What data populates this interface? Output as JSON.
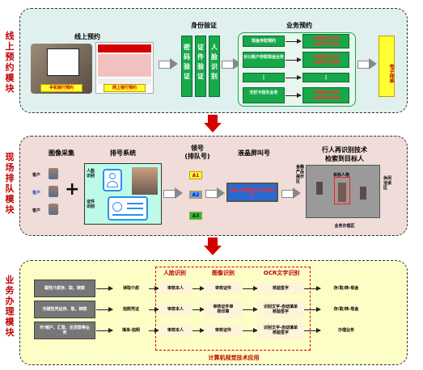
{
  "sections": {
    "online": {
      "label": "线上预约模块",
      "bg": "#dff0ee"
    },
    "onsite": {
      "label": "现场排队模块",
      "bg": "#f0dcd8"
    },
    "business": {
      "label": "业务办理模块",
      "bg": "#fdfdc6"
    }
  },
  "online": {
    "online_booking_title": "线上预约",
    "mobile_bank_label": "手机银行预约",
    "web_bank_label": "网上银行预约",
    "identity_title": "身份验证",
    "identity_boxes": [
      "密码验证",
      "证件验证",
      "人脸识别"
    ],
    "service_title": "业务预约",
    "service_rows": [
      {
        "name": "现金存取预约",
        "details": [
          "★预留身份证件",
          "★填写电子回单"
        ]
      },
      {
        "name": "对公账户存取现金业务",
        "details": [
          "★预留身份证件",
          "★填写电子回单"
        ]
      },
      {
        "name": "⋮",
        "details": [
          "⋮"
        ]
      },
      {
        "name": "无折卡挂失业务",
        "details": [
          "★预留身份证件",
          "★填写电子回单"
        ]
      }
    ],
    "ticket_label": "电子排单"
  },
  "onsite": {
    "image_capture_title": "图像采集",
    "customer_labels": [
      "客户",
      "客户",
      "客户"
    ],
    "number_system_title": "排号系统",
    "face_label": "人脸识别",
    "id_label": "证件识别",
    "queue_title_line1": "领号",
    "queue_title_line2": "(排队号)",
    "queue_numbers": [
      "A1",
      "A2",
      "A3"
    ],
    "screen_title": "液晶屏叫号",
    "screen_text": "请A1号到窗口1号办理业务",
    "reid_title_line1": "行人再识别技术",
    "reid_title_line2": "检索到目标人",
    "left_zone_label": "金融产品展示区",
    "right_zone_label": "休闲洽谈区",
    "target_label": "目标人物",
    "office_label": "业务办理区"
  },
  "business": {
    "headers": {
      "face": "人脸识别",
      "image": "图像识别",
      "ocr": "OCR文字识别"
    },
    "rows": [
      {
        "media": "磁性介质存、取、转款",
        "step1": "读取介质",
        "face": "审核本人",
        "image": "审核证件",
        "ocr": "核验签字",
        "result": "存/取/转-现金"
      },
      {
        "media": "无磁性凭证存、取、转款",
        "step1": "拍照凭证",
        "face": "审核本人",
        "image": "审核证件审核印章",
        "ocr": "识别文字-自动填单核验签字",
        "result": "存/取/转-现金"
      },
      {
        "media": "开/销户、汇款、还贷款等业务",
        "step1": "填单-拍照",
        "face": "审核本人",
        "image": "审核证件",
        "ocr": "识别文字-自动填单核验签字",
        "result": "办理业务"
      }
    ],
    "footer": "计算机视觉技术应用"
  }
}
